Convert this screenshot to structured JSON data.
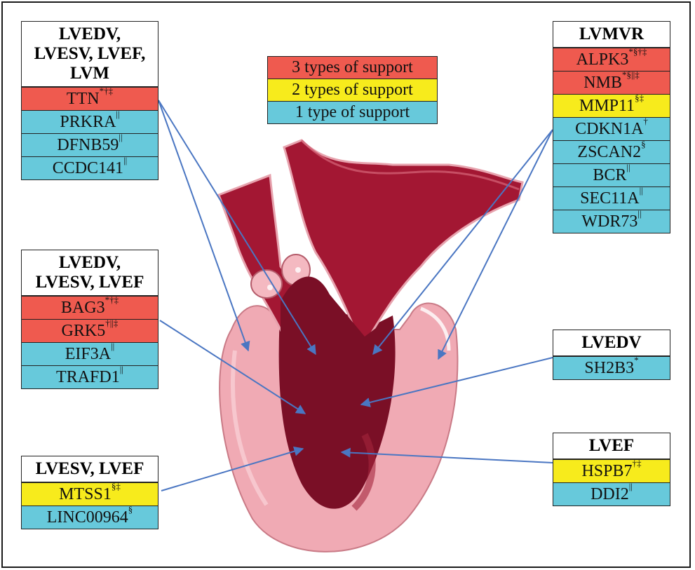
{
  "legend": [
    {
      "label": "3 types of support",
      "color": "#ef5a4f"
    },
    {
      "label": "2 types of support",
      "color": "#f7eb1c"
    },
    {
      "label": "1 type of support",
      "color": "#67c9db"
    }
  ],
  "boxes": {
    "top_left": {
      "header_lines": [
        "LVEDV,",
        "LVESV, LVEF,",
        "LVM"
      ],
      "genes": [
        {
          "name": "TTN",
          "mark": "*†‡",
          "support": "3"
        },
        {
          "name": "PRKRA",
          "mark": "||",
          "support": "1"
        },
        {
          "name": "DFNB59",
          "mark": "||",
          "support": "1"
        },
        {
          "name": "CCDC141",
          "mark": "||",
          "support": "1"
        }
      ]
    },
    "mid_left": {
      "header_lines": [
        "LVEDV,",
        "LVESV, LVEF"
      ],
      "genes": [
        {
          "name": "BAG3",
          "mark": "*†‡",
          "support": "3"
        },
        {
          "name": "GRK5",
          "mark": "†||‡",
          "support": "3"
        },
        {
          "name": "EIF3A",
          "mark": "||",
          "support": "1"
        },
        {
          "name": "TRAFD1",
          "mark": "||",
          "support": "1"
        }
      ]
    },
    "bottom_left": {
      "header_lines": [
        "LVESV, LVEF"
      ],
      "genes": [
        {
          "name": "MTSS1",
          "mark": "§‡",
          "support": "2"
        },
        {
          "name": "LINC00964",
          "mark": "§",
          "support": "1"
        }
      ]
    },
    "top_right": {
      "header_lines": [
        "LVMVR"
      ],
      "genes": [
        {
          "name": "ALPK3",
          "mark": "*§†‡",
          "support": "3"
        },
        {
          "name": "NMB",
          "mark": "*§||‡",
          "support": "3"
        },
        {
          "name": "MMP11",
          "mark": "§‡",
          "support": "2"
        },
        {
          "name": "CDKN1A",
          "mark": "†",
          "support": "1"
        },
        {
          "name": "ZSCAN2",
          "mark": "§",
          "support": "1"
        },
        {
          "name": "BCR",
          "mark": "||",
          "support": "1"
        },
        {
          "name": "SEC11A",
          "mark": "||",
          "support": "1"
        },
        {
          "name": "WDR73",
          "mark": "||",
          "support": "1"
        }
      ]
    },
    "mid_right": {
      "header_lines": [
        "LVEDV"
      ],
      "genes": [
        {
          "name": "SH2B3",
          "mark": "*",
          "support": "1"
        }
      ]
    },
    "bottom_right": {
      "header_lines": [
        "LVEF"
      ],
      "genes": [
        {
          "name": "HSPB7",
          "mark": "†‡",
          "support": "2"
        },
        {
          "name": "DDI2",
          "mark": "||",
          "support": "1"
        }
      ]
    }
  },
  "colors": {
    "three": "#ef5a4f",
    "two": "#f7eb1c",
    "one": "#67c9db",
    "arrow": "#4a76c2",
    "myocardium": "#f0aab4",
    "cavity": "#7a0f26",
    "vessel": "#a31733"
  }
}
